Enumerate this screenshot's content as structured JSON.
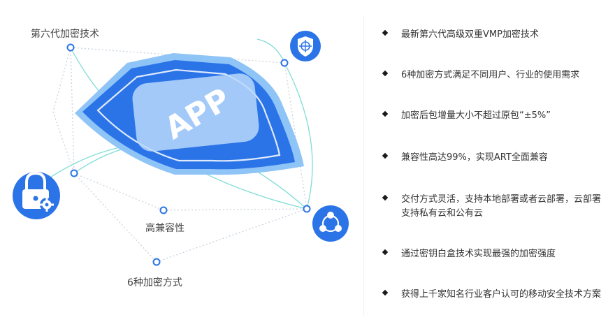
{
  "diagram": {
    "labels": {
      "top": "第六代加密技术",
      "middle": "高兼容性",
      "bottom": "6种加密方式"
    },
    "shield_text": "APP",
    "icons": [
      "target-shield-icon",
      "lock-gear-icon",
      "share-network-icon"
    ]
  },
  "features": [
    "最新第六代高级双重VMP加密技术",
    "6种加密方式满足不同用户、行业的使用需求",
    "加密后包增量大小不超过原包“±5%”",
    "兼容性高达99%，实现ART全面兼容",
    "交付方式灵活，支持本地部署或者云部署，云部署支持私有云和公有云",
    "通过密钥白盒技术实现最强的加密强度",
    "获得上千家知名行业客户认可的移动安全技术方案"
  ],
  "colors": {
    "primary_blue": "#2b74e8",
    "light_blue": "#8fc4f7",
    "line_teal": "#5fd6d0",
    "dot_line": "#c9d3de"
  }
}
